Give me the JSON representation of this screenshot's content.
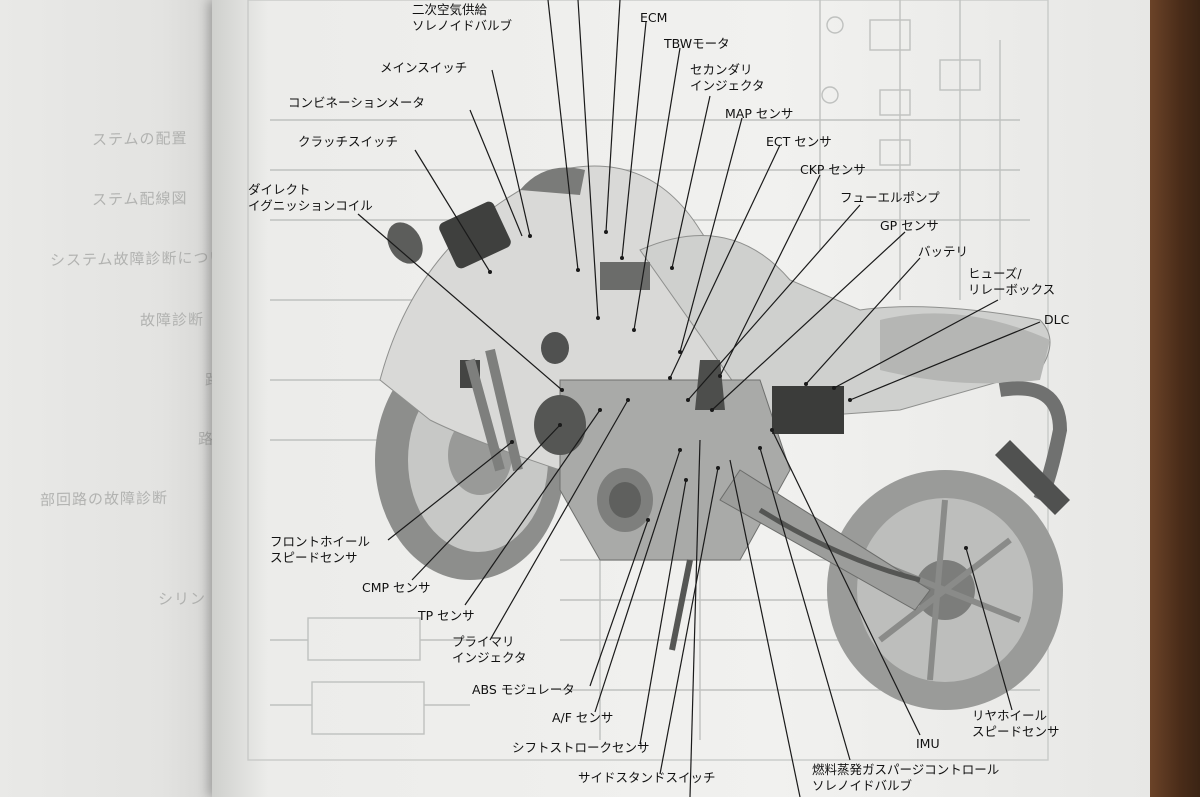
{
  "ghost_text_left": [
    "ステムの配置",
    "ステム配線図",
    "システム故障診断につい",
    "故障診断",
    "路",
    "路",
    "部回路の故障診断",
    "シリン"
  ],
  "labels": {
    "secondary_air_valve": [
      "二次空気供給",
      "ソレノイドバルブ"
    ],
    "ecm": [
      "ECM"
    ],
    "tbw_motor": [
      "TBWモータ"
    ],
    "main_switch": [
      "メインスイッチ"
    ],
    "secondary_injector": [
      "セカンダリ",
      "インジェクタ"
    ],
    "combination_meter": [
      "コンビネーションメータ"
    ],
    "map_sensor": [
      "MAP センサ"
    ],
    "clutch_switch": [
      "クラッチスイッチ"
    ],
    "ect_sensor": [
      "ECT センサ"
    ],
    "ckp_sensor": [
      "CKP センサ"
    ],
    "direct_ignition_coil": [
      "ダイレクト",
      "イグニッションコイル"
    ],
    "fuel_pump": [
      "フューエルポンプ"
    ],
    "gp_sensor": [
      "GP センサ"
    ],
    "battery": [
      "バッテリ"
    ],
    "fuse_relay_box": [
      "ヒューズ/",
      "リレーボックス"
    ],
    "dlc": [
      "DLC"
    ],
    "front_wheel_speed_sensor": [
      "フロントホイール",
      "スピードセンサ"
    ],
    "cmp_sensor": [
      "CMP センサ"
    ],
    "tp_sensor": [
      "TP センサ"
    ],
    "primary_injector": [
      "プライマリ",
      "インジェクタ"
    ],
    "abs_modulator": [
      "ABS モジュレータ"
    ],
    "af_sensor": [
      "A/F センサ"
    ],
    "shift_stroke_sensor": [
      "シフトストロークセンサ"
    ],
    "side_stand_switch": [
      "サイドスタンドスイッチ"
    ],
    "evap_purge_valve": [
      "燃料蒸発ガスパージコントロール",
      "ソレノイドバルブ"
    ],
    "imu": [
      "IMU"
    ],
    "rear_wheel_speed_sensor": [
      "リヤホイール",
      "スピードセンサ"
    ]
  }
}
